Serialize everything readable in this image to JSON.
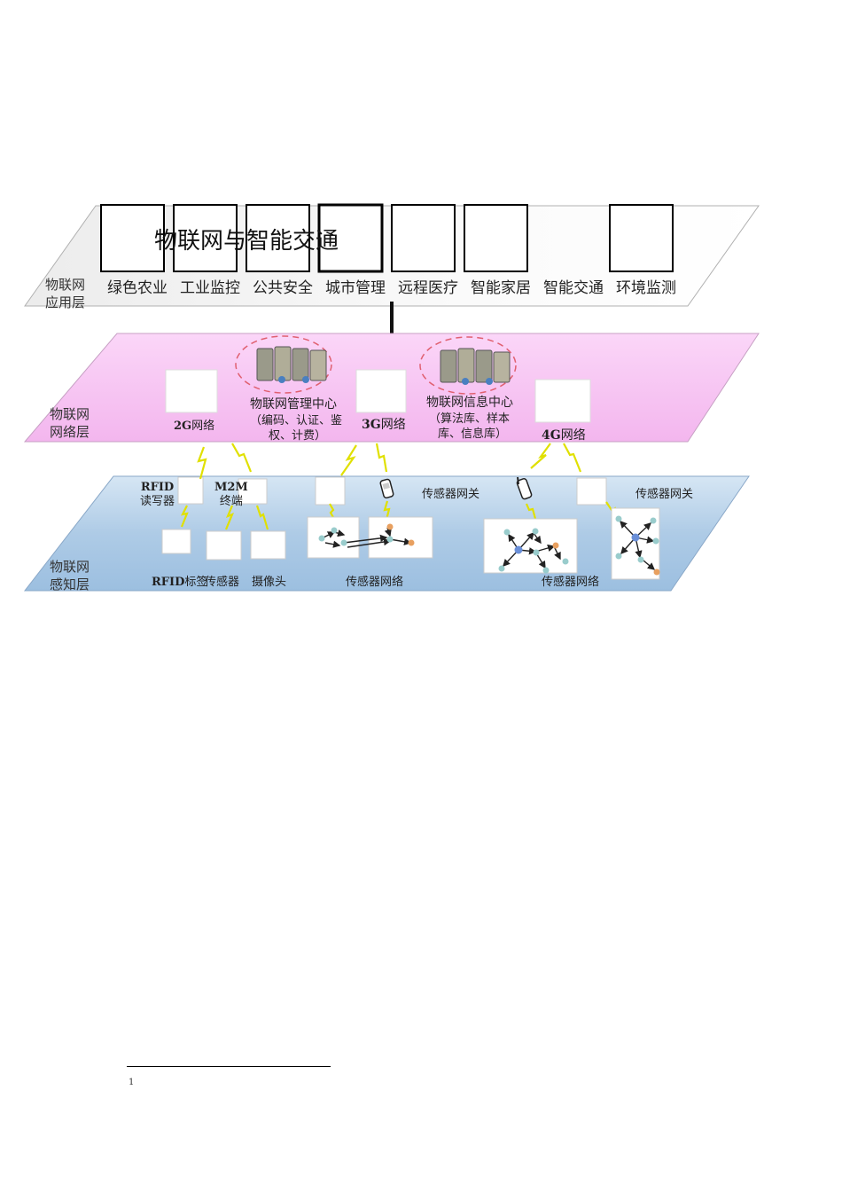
{
  "title": "物联网与智能交通",
  "layers": {
    "application": {
      "label_line1": "物联网",
      "label_line2": "应用层"
    },
    "network": {
      "label_line1": "物联网",
      "label_line2": "网络层"
    },
    "perception": {
      "label_line1": "物联网",
      "label_line2": "感知层"
    }
  },
  "applications": [
    "绿色农业",
    "工业监控",
    "公共安全",
    "城市管理",
    "远程医疗",
    "智能家居",
    "智能交通",
    "环境监测"
  ],
  "network": {
    "mgmt_center": {
      "name": "物联网管理中心",
      "desc_line1": "（编码、认证、鉴",
      "desc_line2": "权、计费）"
    },
    "info_center": {
      "name": "物联网信息中心",
      "desc_line1": "（算法库、样本",
      "desc_line2": "库、信息库）"
    },
    "net_2g": {
      "prefix": "2G",
      "suffix": "网络"
    },
    "net_3g": {
      "prefix": "3G",
      "suffix": "网络"
    },
    "net_4g": {
      "prefix": "4G",
      "suffix": "网络"
    }
  },
  "perception": {
    "rfid_reader": {
      "line1": "RFID",
      "line2": "读写器"
    },
    "m2m_terminal": {
      "line1": "M2M",
      "line2": "终端"
    },
    "sensor_gateway_1": "传感器网关",
    "sensor_gateway_2": "传感器网关",
    "rfid_tag": {
      "prefix": "RFID",
      "suffix": "标签"
    },
    "sensor": "传感器",
    "camera": "摄像头",
    "sensor_network_1": "传感器网络",
    "sensor_network_2": "传感器网络"
  },
  "footnote": {
    "number": "1"
  },
  "colors": {
    "application_layer": "#f2f2f2",
    "network_layer": "#f7c4f2",
    "perception_layer": "#b9d3ea",
    "wireless": "#e6e600",
    "dashed_circle": "#e06070"
  }
}
